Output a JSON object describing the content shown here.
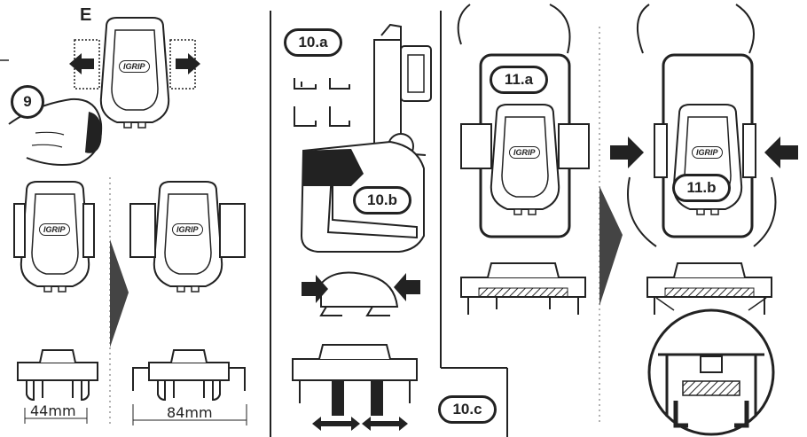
{
  "section_letter": "E",
  "steps": {
    "step_9": "9",
    "step_10a": "10.a",
    "step_10b": "10.b",
    "step_10c": "10.c",
    "step_11a": "11.a",
    "step_11b": "11.b"
  },
  "dimensions": {
    "closed_width": "44mm",
    "open_width": "84mm"
  },
  "brand": "IGRIP",
  "colors": {
    "ink": "#222222",
    "paper": "#ffffff",
    "dots": "#999999"
  }
}
